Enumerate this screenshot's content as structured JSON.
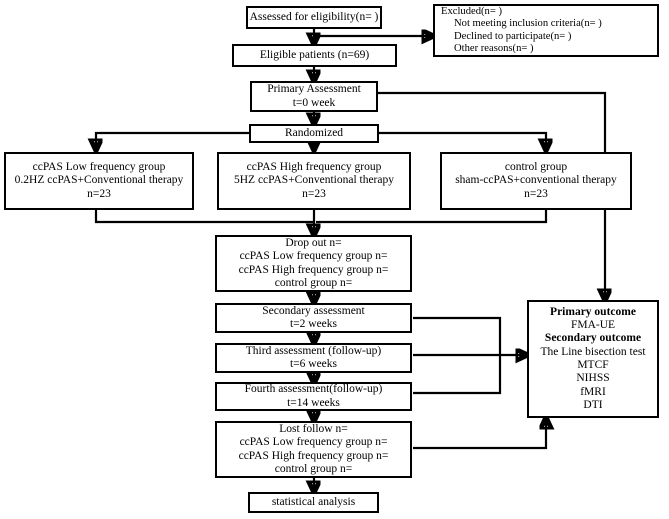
{
  "diagram": {
    "title": "CONSORT-style participant flow diagram",
    "type": "flowchart",
    "nodes": {
      "assessed": {
        "line1": "Assessed for eligibility(n= )"
      },
      "excluded": {
        "line1": "Excluded(n= )",
        "line2": "Not meeting inclusion criteria(n= )",
        "line3": "Declined to participate(n= )",
        "line4": "Other reasons(n= )"
      },
      "eligible": {
        "line1": "Eligible patients  (n=69)"
      },
      "primary_assessment": {
        "line1": "Primary Assessment",
        "line2": "t=0 week"
      },
      "randomized": {
        "line1": "Randomized"
      },
      "group_low": {
        "line1": "ccPAS Low frequency group",
        "line2": "0.2HZ  ccPAS+Conventional therapy",
        "line3": "n=23"
      },
      "group_high": {
        "line1": "ccPAS High frequency group",
        "line2": "5HZ ccPAS+Conventional therapy",
        "line3": "n=23"
      },
      "group_control": {
        "line1": "control group",
        "line2": "sham-ccPAS+conventional therapy",
        "line3": "n=23"
      },
      "dropout": {
        "line1": "Drop out n=",
        "line2": "ccPAS Low frequency group n=",
        "line3": "ccPAS High frequency group n=",
        "line4": "control group n="
      },
      "secondary_assessment": {
        "line1": "Secondary assessment",
        "line2": "t=2 weeks"
      },
      "third_assessment": {
        "line1": "Third assessment (follow-up)",
        "line2": "t=6 weeks"
      },
      "fourth_assessment": {
        "line1": "Fourth assessment(follow-up)",
        "line2": "t=14 weeks"
      },
      "lost_follow": {
        "line1": "Lost follow n=",
        "line2": "ccPAS Low frequency group n=",
        "line3": "ccPAS High frequency group n=",
        "line4": "control group n="
      },
      "statistical_analysis": {
        "line1": "statistical  analysis"
      },
      "outcomes": {
        "line1": "Primary outcome",
        "line2": "FMA-UE",
        "line3": "Secondary outcome",
        "line4": "The Line bisection test",
        "line5": "MTCF",
        "line6": "NIHSS",
        "line7": "fMRI",
        "line8": "DTI"
      }
    },
    "colors": {
      "stroke": "#000000",
      "background": "#ffffff",
      "text": "#000000"
    }
  }
}
